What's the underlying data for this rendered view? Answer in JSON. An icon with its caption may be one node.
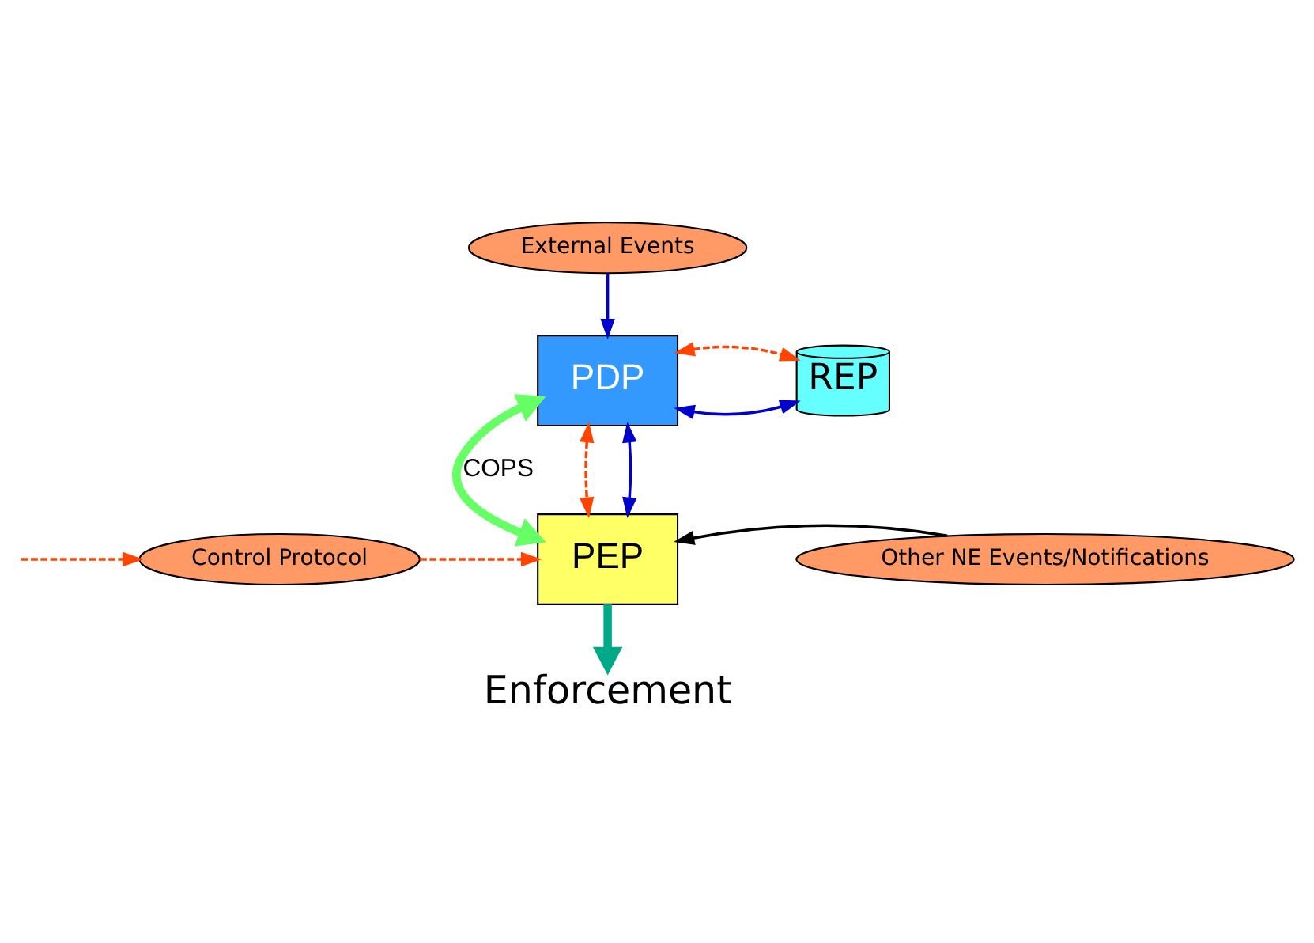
{
  "diagram": {
    "nodes": [
      {
        "text": [
          "External Events"
        ]
      },
      {
        "text": [
          "REP"
        ]
      },
      {
        "text": [
          "PDP"
        ]
      },
      {
        "text": [
          "Control Protocol"
        ]
      },
      {
        "text": [
          "PEP"
        ]
      },
      {
        "text": [
          "Other NE Events/Notifications"
        ]
      },
      {
        "text": [
          "Enforcement"
        ]
      }
    ],
    "edges": [
      {
        "from": 0,
        "to": 2,
        "arrow": "to",
        "color": "#0000cc"
      },
      {
        "from": 2,
        "to": 1,
        "arrow": "both",
        "color": "#0000cc"
      },
      {
        "from": 2,
        "to": 1,
        "arrow": "both",
        "style": "dashed",
        "color": "#ff4400"
      },
      {
        "from": 2,
        "to": 4,
        "arrow": "both",
        "style": "thick",
        "color": "#66ff66",
        "label": "COPS"
      },
      {
        "from": 2,
        "to": 4,
        "arrow": "both",
        "style": "dashed",
        "color": "#ff4400"
      },
      {
        "from": 2,
        "to": 4,
        "arrow": "both",
        "color": "#0000cc"
      },
      {
        "from": null,
        "to": 3,
        "arrow": "to",
        "style": "dashed",
        "color": "#ff4400"
      },
      {
        "from": 3,
        "to": 4,
        "arrow": "to",
        "style": "dashed",
        "color": "#ff4400"
      },
      {
        "from": 5,
        "to": 4,
        "arrow": "to",
        "color": "#000000"
      },
      {
        "from": 4,
        "to": 6,
        "arrow": "to",
        "style": "thick",
        "color": "#00aa88"
      }
    ]
  }
}
